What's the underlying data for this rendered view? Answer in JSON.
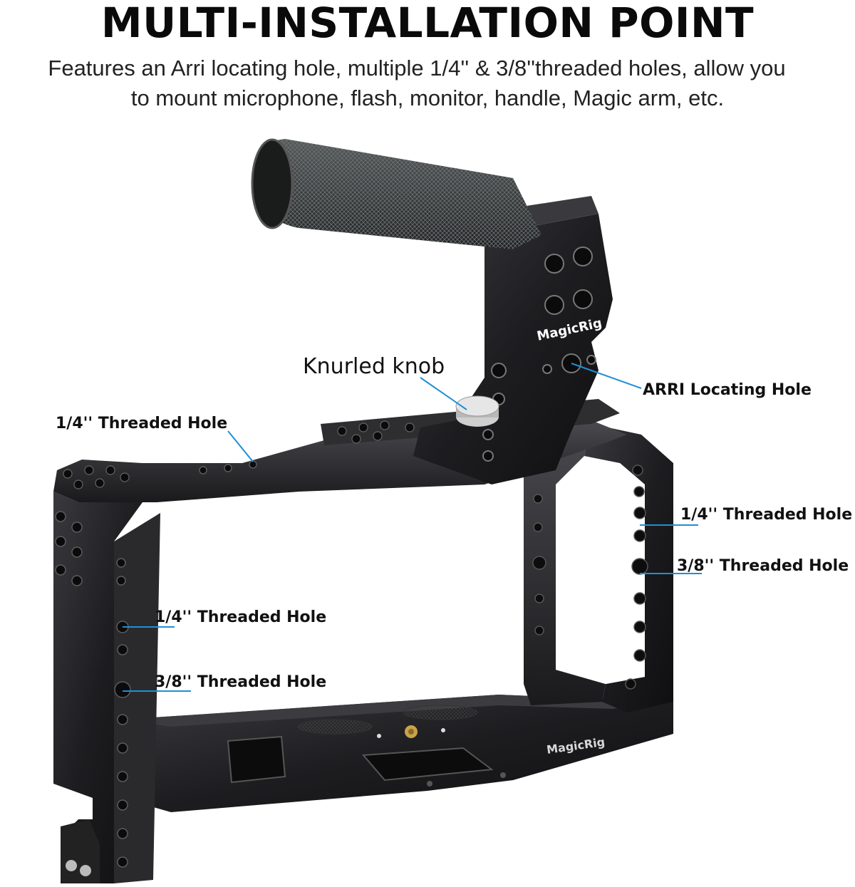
{
  "heading": {
    "title": "MULTI-INSTALLATION POINT",
    "subtitle_line1": "Features an Arri locating hole, multiple 1/4'' & 3/8''threaded holes,  allow you",
    "subtitle_line2": "to mount microphone, flash, monitor, handle, Magic arm, etc."
  },
  "callouts": {
    "knurled_knob": "Knurled knob",
    "arri_hole": "ARRI Locating Hole",
    "top_quarter": "1/4'' Threaded Hole",
    "right_quarter": "1/4'' Threaded Hole",
    "right_three_eighths": "3/8'' Threaded Hole",
    "left_quarter": "1/4'' Threaded Hole",
    "left_three_eighths": "3/8'' Threaded Hole"
  },
  "branding": {
    "handle_logo": "MagicRig",
    "base_logo": "MagicRig"
  },
  "colors": {
    "callout_line": "#1f8fd6",
    "metal_dark": "#1c1c1e",
    "metal_edge": "#4a4a4e",
    "grip": "#3a3d3d"
  }
}
